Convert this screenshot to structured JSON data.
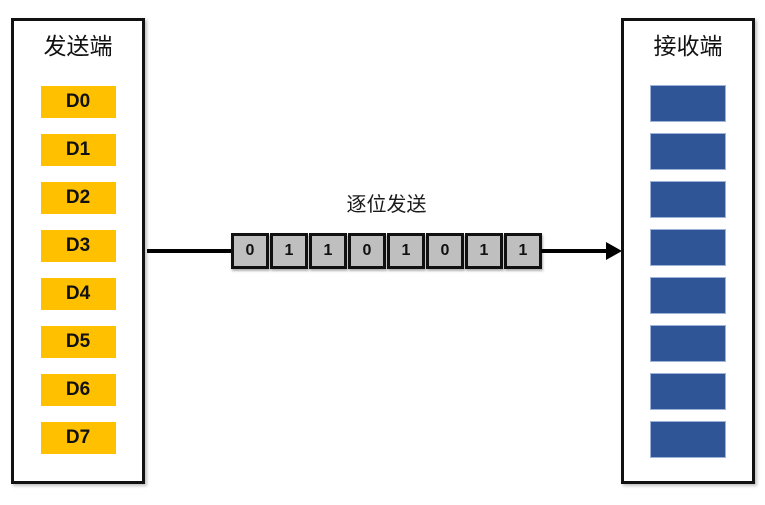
{
  "sender": {
    "title": "发送端",
    "items": [
      "D0",
      "D1",
      "D2",
      "D3",
      "D4",
      "D5",
      "D6",
      "D7"
    ]
  },
  "transmission": {
    "label": "逐位发送",
    "bits": [
      "0",
      "1",
      "1",
      "0",
      "1",
      "0",
      "1",
      "1"
    ]
  },
  "receiver": {
    "title": "接收端",
    "slot_count": 8,
    "slots": [
      "",
      "",
      "",
      "",
      "",
      "",
      "",
      ""
    ]
  },
  "colors": {
    "sender_item_fill": "#FFC000",
    "receiver_item_fill": "#2F5597",
    "bit_cell_fill": "#BFBFBF",
    "border": "#111111"
  }
}
